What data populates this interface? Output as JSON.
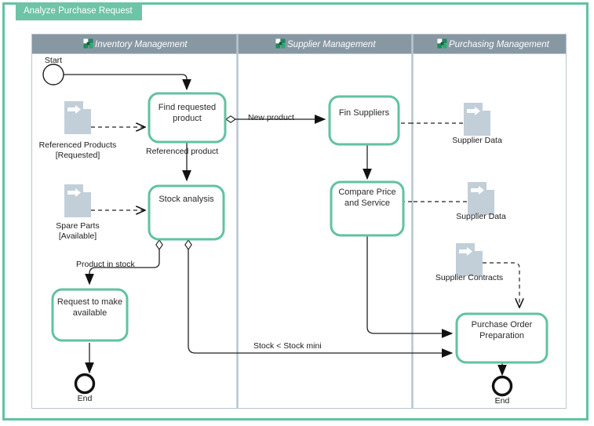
{
  "tab": {
    "label": "Analyze Purchase Request"
  },
  "colors": {
    "accent": "#62c2a2",
    "tab_fill": "#6dc4a6",
    "lane_header": "#8798a3",
    "lane_border": "#b9c6cf",
    "task_stroke": "#62c2a2",
    "doc_fill": "#c2cfd9",
    "flow_stroke": "#222222",
    "canvas": "#ffffff"
  },
  "pool": {
    "lanes": [
      {
        "id": "inventory",
        "title": "Inventory Management",
        "icon": "puzzle-icon"
      },
      {
        "id": "supplier",
        "title": "Supplier Management",
        "icon": "puzzle-icon"
      },
      {
        "id": "purchasing",
        "title": "Purchasing Management",
        "icon": "puzzle-icon"
      }
    ]
  },
  "events": [
    {
      "id": "start",
      "kind": "start",
      "label": "Start",
      "lane": "inventory"
    },
    {
      "id": "end-inv",
      "kind": "end",
      "label": "End",
      "lane": "inventory"
    },
    {
      "id": "end-purchase",
      "kind": "end",
      "label": "End",
      "lane": "purchasing"
    }
  ],
  "tasks": [
    {
      "id": "find-requested-product",
      "label_line1": "Find requested",
      "label_line2": "product",
      "lane": "inventory"
    },
    {
      "id": "stock-analysis",
      "label_line1": "Stock analysis",
      "label_line2": "",
      "lane": "inventory"
    },
    {
      "id": "request-to-make-available",
      "label_line1": "Request to make",
      "label_line2": "available",
      "lane": "inventory"
    },
    {
      "id": "fin-suppliers",
      "label_line1": "Fin Suppliers",
      "label_line2": "",
      "lane": "supplier"
    },
    {
      "id": "compare-price-and-service",
      "label_line1": "Compare Price",
      "label_line2": "and Service",
      "lane": "supplier"
    },
    {
      "id": "purchase-order-preparation",
      "label_line1": "Purchase Order",
      "label_line2": "Preparation",
      "lane": "purchasing"
    }
  ],
  "documents": [
    {
      "id": "referenced-products",
      "label_line1": "Referenced Products",
      "label_line2": "[Requested]",
      "lane": "inventory"
    },
    {
      "id": "spare-parts",
      "label_line1": "Spare Parts",
      "label_line2": "[Available]",
      "lane": "inventory"
    },
    {
      "id": "supplier-data-1",
      "label_line1": "Supplier Data",
      "label_line2": "",
      "lane": "purchasing"
    },
    {
      "id": "supplier-data-2",
      "label_line1": "Supplier Data",
      "label_line2": "",
      "lane": "purchasing"
    },
    {
      "id": "supplier-contracts",
      "label_line1": "Supplier Contracts",
      "label_line2": "",
      "lane": "purchasing"
    }
  ],
  "flow_labels": [
    {
      "id": "referenced-product",
      "text": "Referenced product"
    },
    {
      "id": "new-product",
      "text": "New product"
    },
    {
      "id": "product-in-stock",
      "text": "Product in stock"
    },
    {
      "id": "stock-lt-stock-min",
      "text": "Stock < Stock mini"
    }
  ]
}
